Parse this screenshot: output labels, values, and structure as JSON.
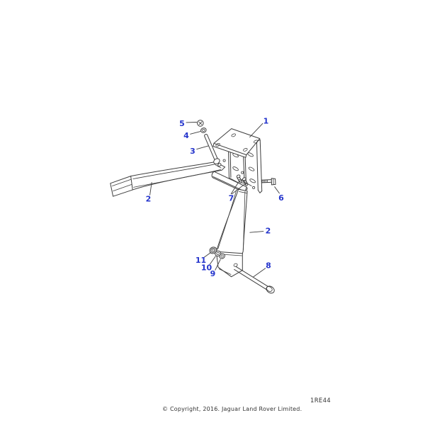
{
  "diagram": {
    "code": "1RE44",
    "type": "exploded-parts-illustration",
    "callouts": [
      {
        "label": "1"
      },
      {
        "label": "2"
      },
      {
        "label": "2"
      },
      {
        "label": "3"
      },
      {
        "label": "4"
      },
      {
        "label": "5"
      },
      {
        "label": "6"
      },
      {
        "label": "7"
      },
      {
        "label": "8"
      },
      {
        "label": "9"
      },
      {
        "label": "10"
      },
      {
        "label": "11"
      }
    ]
  },
  "footer": {
    "copyright": "© Copyright, 2016. Jaguar Land Rover Limited."
  },
  "colors": {
    "callout_blue": "#2434cc",
    "line_dark": "#3d3d3d",
    "footer_text": "#333333",
    "background": "#ffffff"
  }
}
